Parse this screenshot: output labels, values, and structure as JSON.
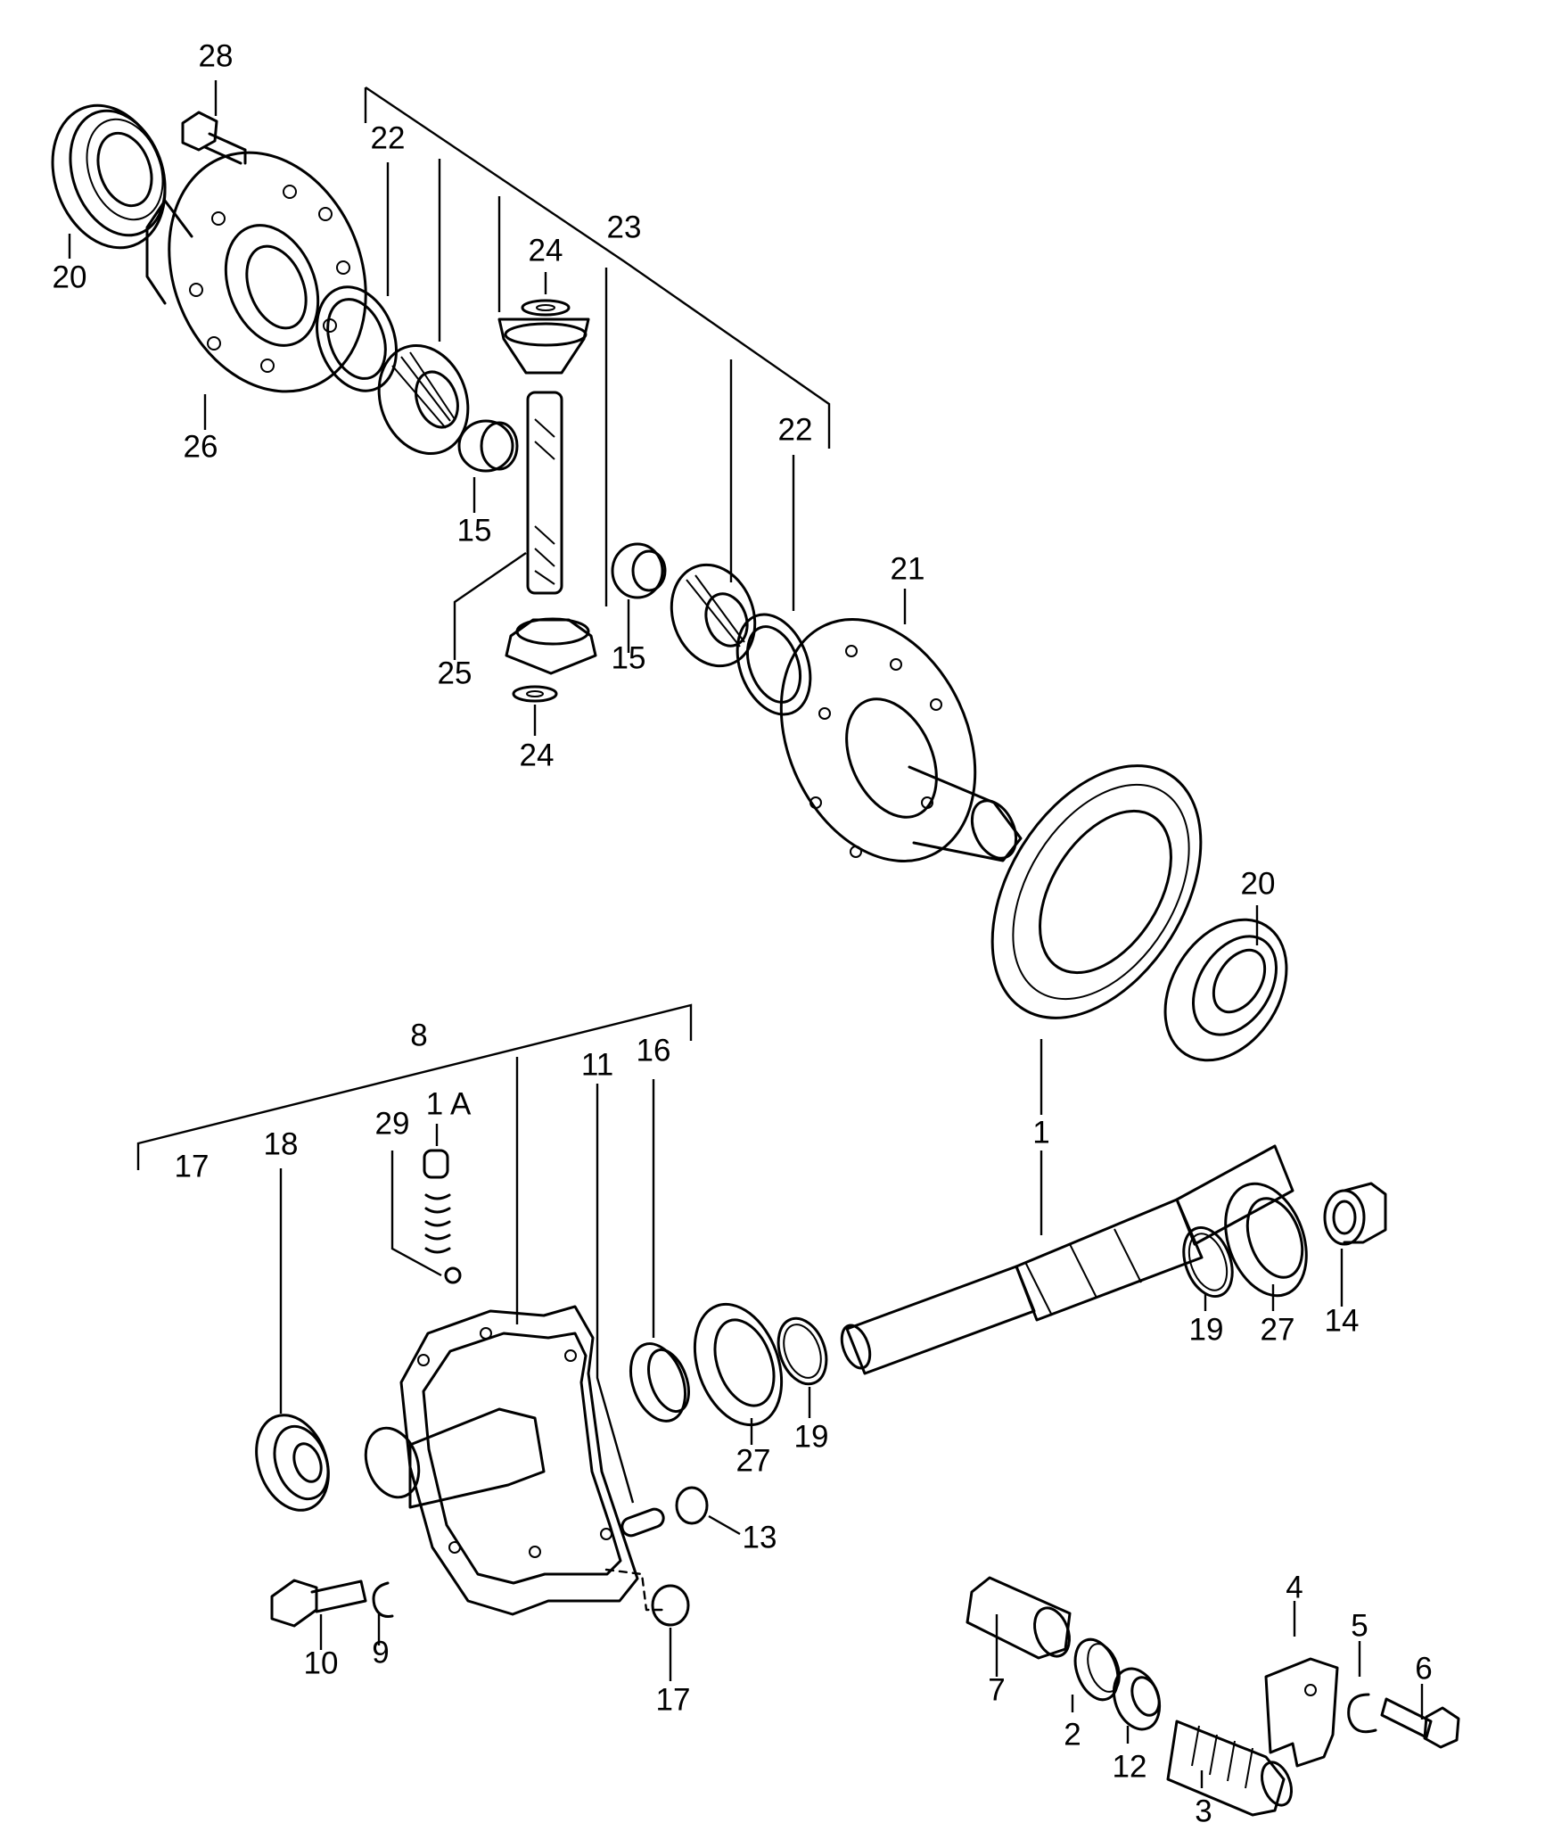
{
  "callouts": [
    {
      "id": "c28",
      "text": "28"
    },
    {
      "id": "c22a",
      "text": "22"
    },
    {
      "id": "c23",
      "text": "23"
    },
    {
      "id": "c24a",
      "text": "24"
    },
    {
      "id": "c20a",
      "text": "20"
    },
    {
      "id": "c26",
      "text": "26"
    },
    {
      "id": "c15a",
      "text": "15"
    },
    {
      "id": "c22b",
      "text": "22"
    },
    {
      "id": "c25",
      "text": "25"
    },
    {
      "id": "c15b",
      "text": "15"
    },
    {
      "id": "c24b",
      "text": "24"
    },
    {
      "id": "c21",
      "text": "21"
    },
    {
      "id": "c20b",
      "text": "20"
    },
    {
      "id": "c8",
      "text": "8"
    },
    {
      "id": "c11",
      "text": "11"
    },
    {
      "id": "c16",
      "text": "16"
    },
    {
      "id": "c1A",
      "text": "1 A"
    },
    {
      "id": "c29",
      "text": "29"
    },
    {
      "id": "c17a",
      "text": "17"
    },
    {
      "id": "c18",
      "text": "18"
    },
    {
      "id": "c1",
      "text": "1"
    },
    {
      "id": "c19a",
      "text": "19"
    },
    {
      "id": "c27a",
      "text": "27"
    },
    {
      "id": "c14",
      "text": "14"
    },
    {
      "id": "c27b",
      "text": "27"
    },
    {
      "id": "c19b",
      "text": "19"
    },
    {
      "id": "c13",
      "text": "13"
    },
    {
      "id": "c10",
      "text": "10"
    },
    {
      "id": "c9",
      "text": "9"
    },
    {
      "id": "c17b",
      "text": "17"
    },
    {
      "id": "c4",
      "text": "4"
    },
    {
      "id": "c5",
      "text": "5"
    },
    {
      "id": "c6",
      "text": "6"
    },
    {
      "id": "c7",
      "text": "7"
    },
    {
      "id": "c2",
      "text": "2"
    },
    {
      "id": "c12",
      "text": "12"
    },
    {
      "id": "c3",
      "text": "3"
    }
  ]
}
